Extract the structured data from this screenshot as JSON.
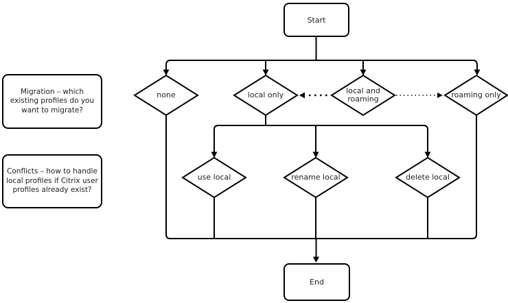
{
  "canvas": {
    "background": "#ffffff",
    "line_color": "#000000",
    "text_color": "#1f1f1f"
  },
  "flowchart": {
    "start": {
      "label": "Start"
    },
    "end": {
      "label": "End"
    },
    "row1": {
      "none": {
        "label": "none"
      },
      "local_only": {
        "label": "local only"
      },
      "local_and_roaming": {
        "label": "local and\nroaming"
      },
      "roaming_only": {
        "label": "roaming only"
      }
    },
    "row2": {
      "use_local": {
        "label": "use local"
      },
      "rename_local": {
        "label": "rename local"
      },
      "delete_local": {
        "label": "delete local"
      }
    }
  },
  "annotations": {
    "migration": {
      "text": "Migration – which\nexisting profiles do you\nwant to migrate?"
    },
    "conflicts": {
      "text": "Conflicts – how to handle\nlocal profiles if Citrix user\nprofiles already exist?"
    }
  }
}
